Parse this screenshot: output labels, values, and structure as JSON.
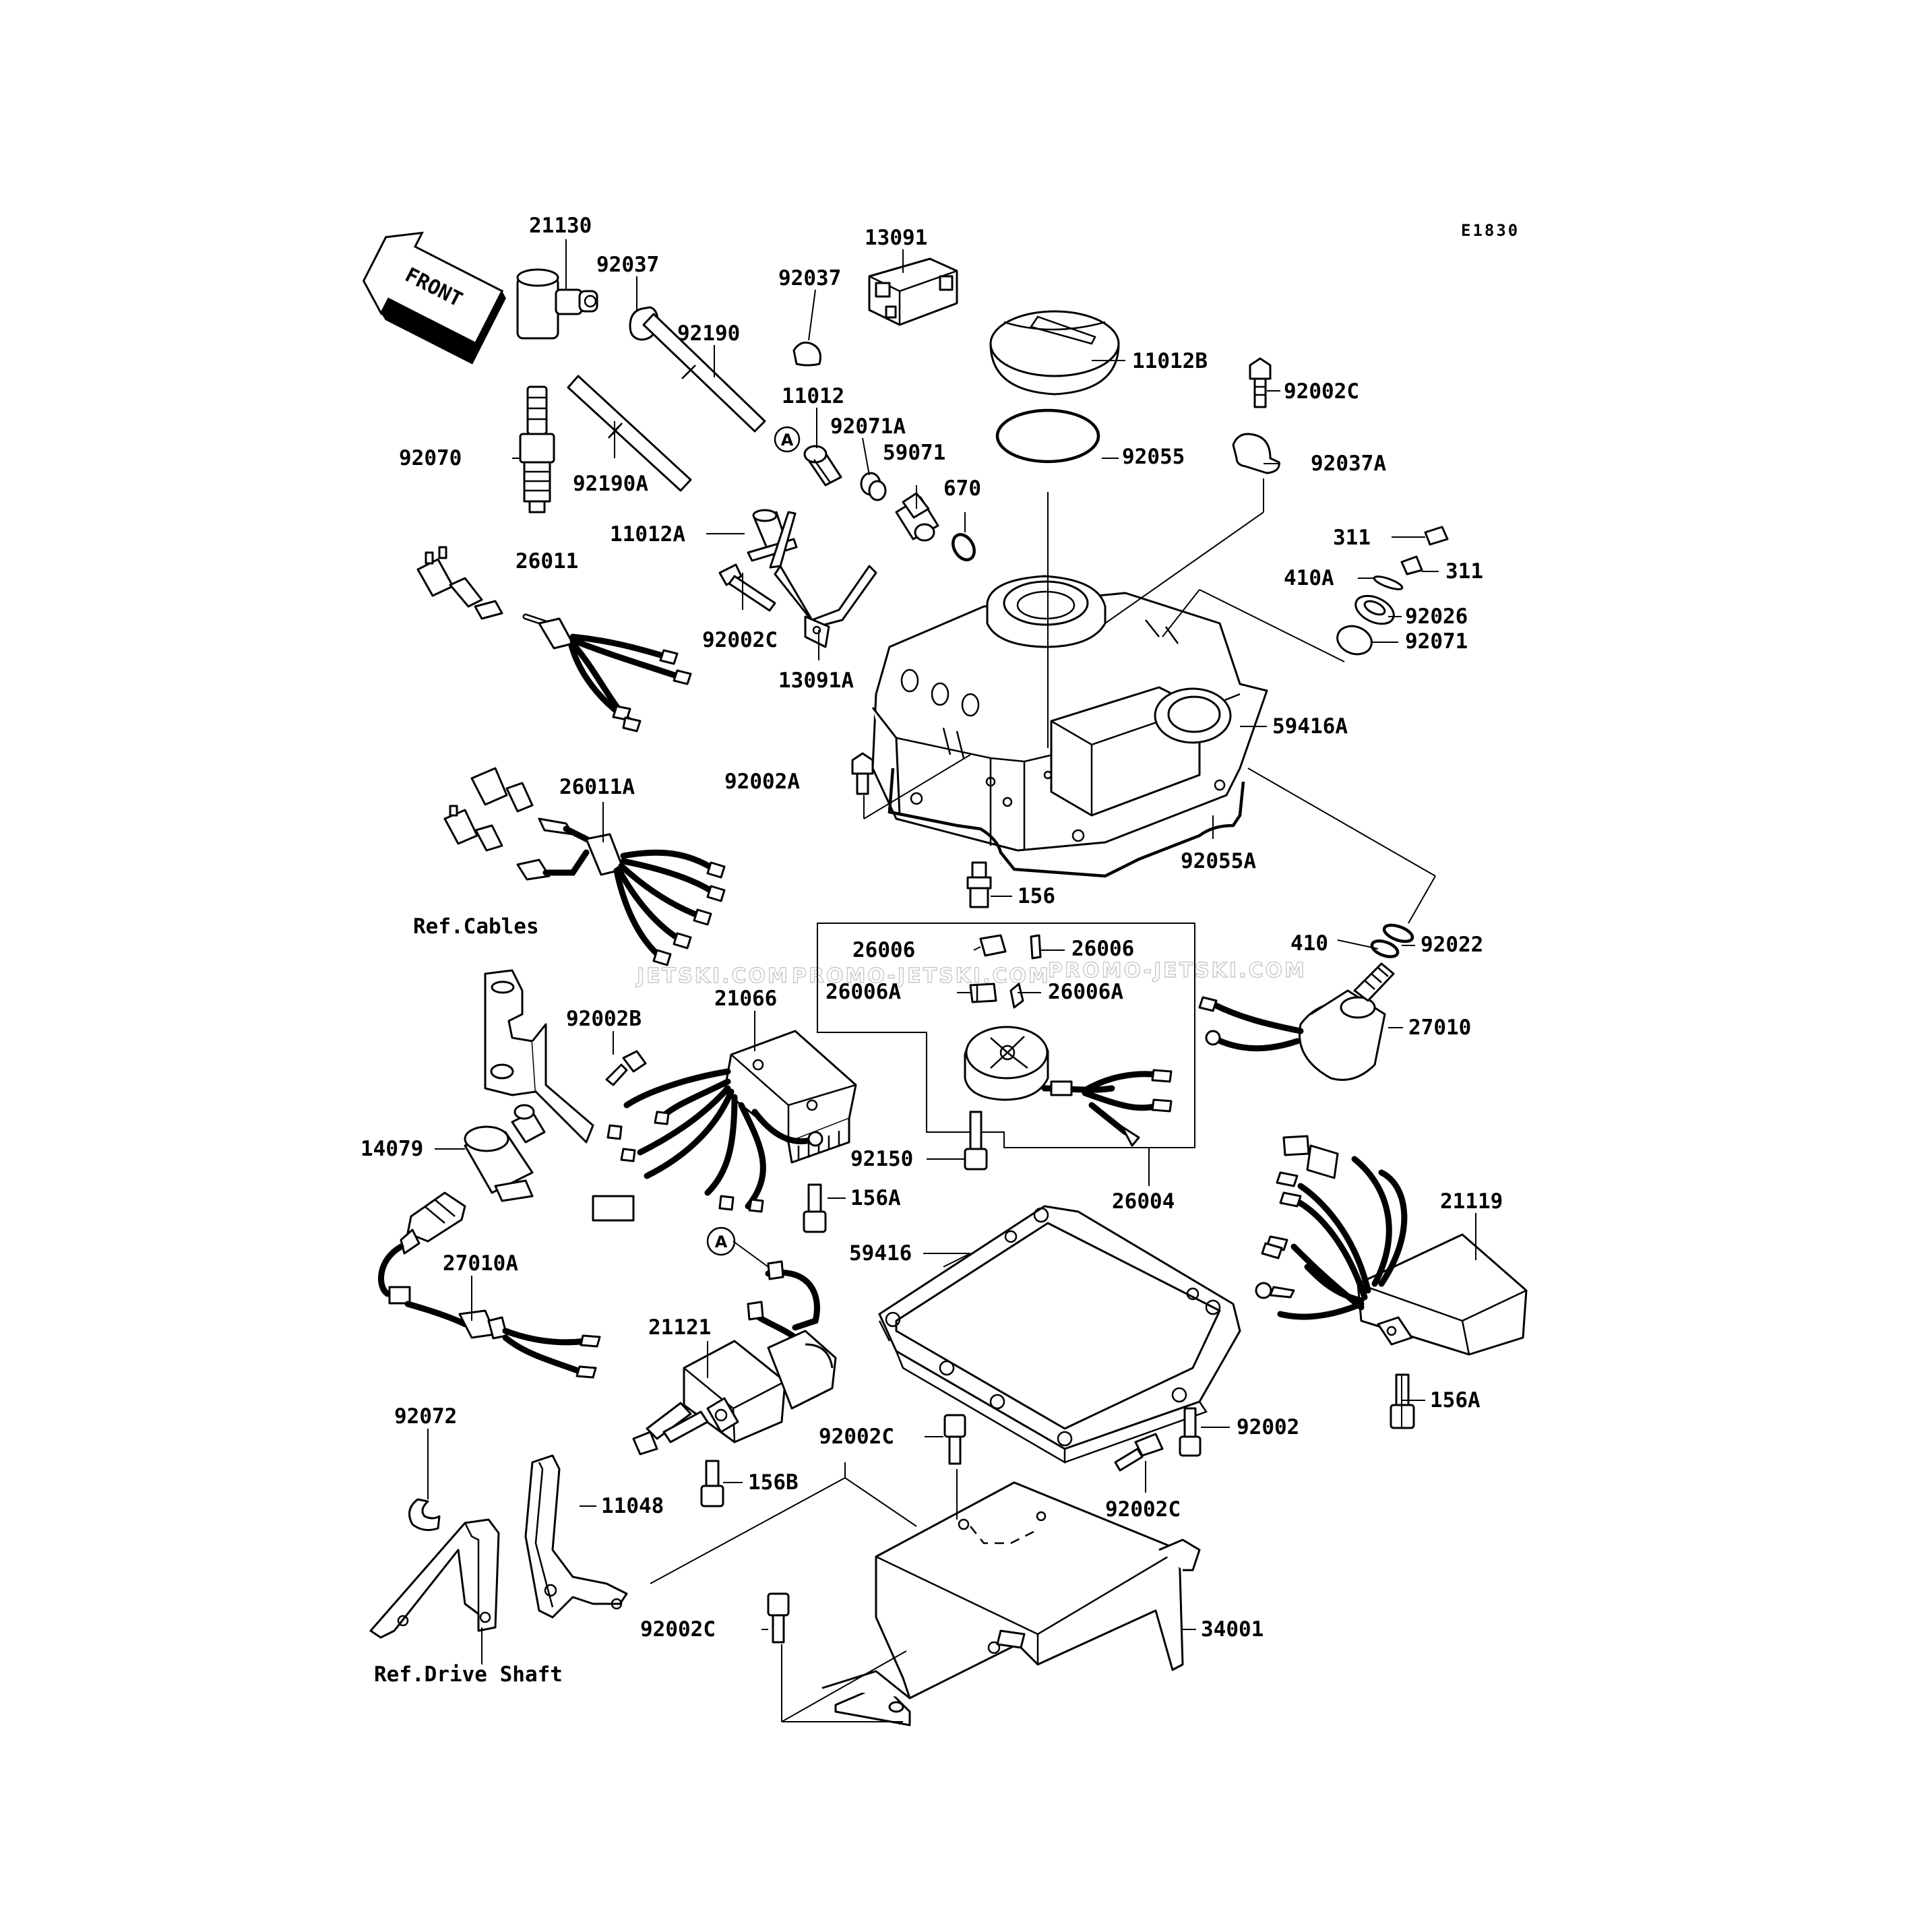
{
  "diagram_code": "E1830",
  "front_label": "FRONT",
  "callouts": [
    {
      "id": "21130",
      "text": "21130"
    },
    {
      "id": "92037-top",
      "text": "92037"
    },
    {
      "id": "92190",
      "text": "92190"
    },
    {
      "id": "92037-mid",
      "text": "92037"
    },
    {
      "id": "13091",
      "text": "13091"
    },
    {
      "id": "11012B",
      "text": "11012B"
    },
    {
      "id": "92002C-top",
      "text": "92002C"
    },
    {
      "id": "11012",
      "text": "11012"
    },
    {
      "id": "92071A",
      "text": "92071A"
    },
    {
      "id": "92070",
      "text": "92070"
    },
    {
      "id": "92190A",
      "text": "92190A"
    },
    {
      "id": "59071",
      "text": "59071"
    },
    {
      "id": "92055",
      "text": "92055"
    },
    {
      "id": "92037A",
      "text": "92037A"
    },
    {
      "id": "670",
      "text": "670"
    },
    {
      "id": "11012A",
      "text": "11012A"
    },
    {
      "id": "311-a",
      "text": "311"
    },
    {
      "id": "311-b",
      "text": "311"
    },
    {
      "id": "26011",
      "text": "26011"
    },
    {
      "id": "410A",
      "text": "410A"
    },
    {
      "id": "92026",
      "text": "92026"
    },
    {
      "id": "92002C-left",
      "text": "92002C"
    },
    {
      "id": "92071",
      "text": "92071"
    },
    {
      "id": "13091A",
      "text": "13091A"
    },
    {
      "id": "59416A",
      "text": "59416A"
    },
    {
      "id": "26011A",
      "text": "26011A"
    },
    {
      "id": "92002A",
      "text": "92002A"
    },
    {
      "id": "92055A",
      "text": "92055A"
    },
    {
      "id": "156",
      "text": "156"
    },
    {
      "id": "ref-cables",
      "text": "Ref.Cables"
    },
    {
      "id": "26006-a",
      "text": "26006"
    },
    {
      "id": "26006-b",
      "text": "26006"
    },
    {
      "id": "410",
      "text": "410"
    },
    {
      "id": "92022",
      "text": "92022"
    },
    {
      "id": "26006A-a",
      "text": "26006A"
    },
    {
      "id": "26006A-b",
      "text": "26006A"
    },
    {
      "id": "21066",
      "text": "21066"
    },
    {
      "id": "92002B",
      "text": "92002B"
    },
    {
      "id": "27010",
      "text": "27010"
    },
    {
      "id": "14079",
      "text": "14079"
    },
    {
      "id": "92150",
      "text": "92150"
    },
    {
      "id": "156A-mid",
      "text": "156A"
    },
    {
      "id": "26004",
      "text": "26004"
    },
    {
      "id": "21119",
      "text": "21119"
    },
    {
      "id": "27010A",
      "text": "27010A"
    },
    {
      "id": "59416",
      "text": "59416"
    },
    {
      "id": "21121",
      "text": "21121"
    },
    {
      "id": "156A-right",
      "text": "156A"
    },
    {
      "id": "92072",
      "text": "92072"
    },
    {
      "id": "92002C-bot",
      "text": "92002C"
    },
    {
      "id": "92002",
      "text": "92002"
    },
    {
      "id": "156B",
      "text": "156B"
    },
    {
      "id": "11048",
      "text": "11048"
    },
    {
      "id": "92002C-br",
      "text": "92002C"
    },
    {
      "id": "34001",
      "text": "34001"
    },
    {
      "id": "92002C-bl",
      "text": "92002C"
    },
    {
      "id": "ref-drive-shaft",
      "text": "Ref.Drive Shaft"
    }
  ],
  "circle_markers": [
    "A",
    "A"
  ],
  "watermark": [
    "JETSKI.COM",
    "PROMO-JETSKI.COM",
    "PROMO-JETSKI.COM"
  ]
}
